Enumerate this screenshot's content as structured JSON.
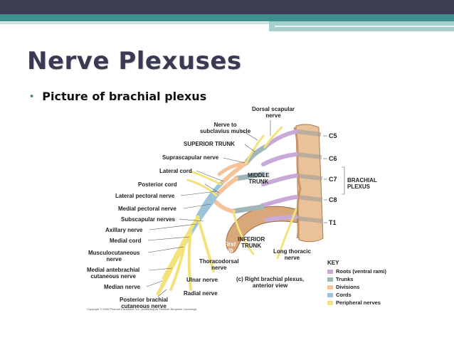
{
  "slide": {
    "title": "Nerve Plexuses",
    "bullet": "Picture of brachial plexus"
  },
  "colors": {
    "header_dark": "#3c3c52",
    "header_teal": "#3f8f8f",
    "header_light": "#a8cfd0",
    "title": "#3a3a55",
    "roots": "#c9a9d9",
    "trunks": "#9fb5b8",
    "divisions": "#f5c39a",
    "cords": "#9cc4d8",
    "peripheral": "#f3e27a"
  },
  "figure": {
    "labels_left": {
      "dorsal_scapular": [
        "Dorsal scapular",
        "nerve"
      ],
      "subclavius": [
        "Nerve to",
        "subclavius muscle"
      ],
      "superior_trunk": "SUPERIOR TRUNK",
      "suprascapular": "Suprascapular nerve",
      "lateral_cord": "Lateral cord",
      "posterior_cord": "Posterior cord",
      "lateral_pectoral": "Lateral pectoral nerve",
      "medial_pectoral": "Medial pectoral nerve",
      "subscapular": "Subscapular nerves",
      "axillary": "Axillary nerve",
      "medial_cord": "Medial cord",
      "musculocutaneous": [
        "Musculocutaneous",
        "nerve"
      ],
      "medial_antebrachial": [
        "Medial antebrachial",
        "cutaneous nerve"
      ],
      "median": "Median nerve",
      "posterior_brachial": [
        "Posterior brachial",
        "cutaneous nerve"
      ]
    },
    "labels_center": {
      "middle_trunk": [
        "MIDDLE",
        "TRUNK"
      ],
      "inferior_trunk": [
        "INFERIOR",
        "TRUNK"
      ],
      "first_rib": [
        "First",
        "rib"
      ],
      "thoracodorsal": [
        "Thoracodorsal",
        "nerve"
      ],
      "ulnar": "Ulnar nerve",
      "radial": "Radial nerve",
      "long_thoracic": [
        "Long thoracic",
        "nerve"
      ],
      "caption": [
        "(c) Right brachial plexus,",
        "anterior view"
      ]
    },
    "vertebra_labels": [
      "C5",
      "C6",
      "C7",
      "C8",
      "T1"
    ],
    "plexus_label": [
      "BRACHIAL",
      "PLEXUS"
    ],
    "key": {
      "title": "KEY",
      "items": [
        {
          "label": "Roots (ventral rami)",
          "color": "#c9a9d9"
        },
        {
          "label": "Trunks",
          "color": "#9fb5b8"
        },
        {
          "label": "Divisions",
          "color": "#f5c39a"
        },
        {
          "label": "Cords",
          "color": "#9cc4d8"
        },
        {
          "label": "Peripheral nerves",
          "color": "#f3e27a"
        }
      ]
    },
    "copyright": "Copyright © 2006 Pearson Education, Inc., publishing as Pearson Benjamin Cummings."
  }
}
